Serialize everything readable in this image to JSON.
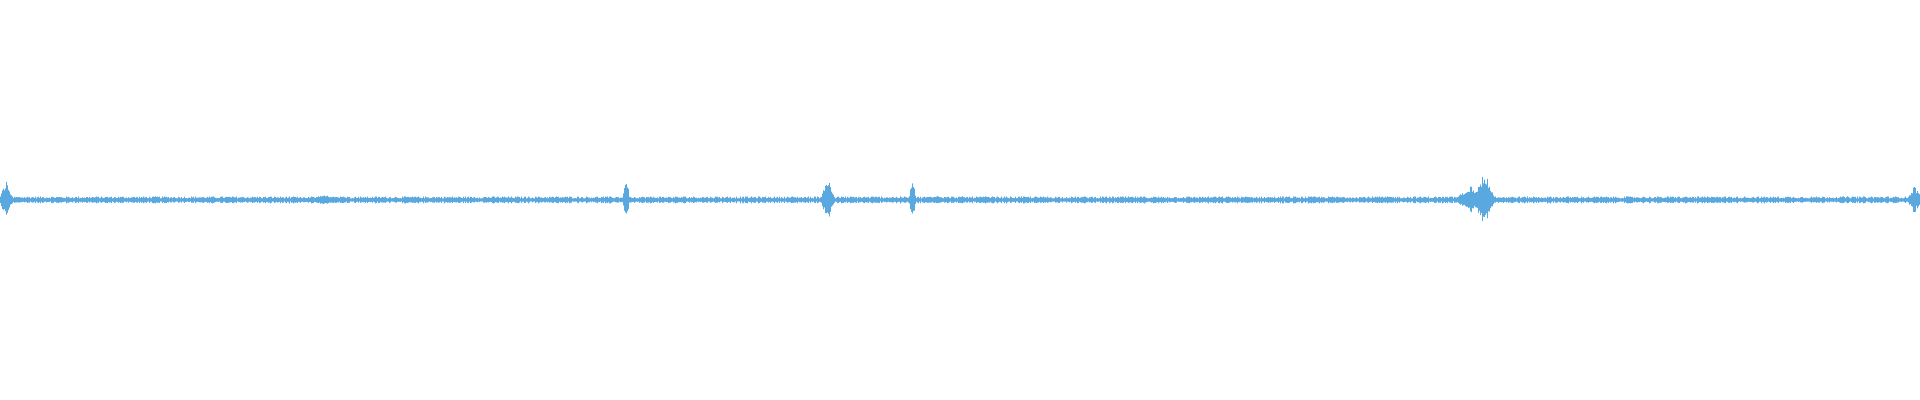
{
  "waveform": {
    "color": "#5aa8e0",
    "baseline_amplitude": 0.004,
    "noise_amplitude": 0.01,
    "bursts": [
      {
        "position": 0.003,
        "amplitude": 0.05,
        "width": 0.004
      },
      {
        "position": 0.17,
        "amplitude": 0.012,
        "width": 0.02
      },
      {
        "position": 0.326,
        "amplitude": 0.07,
        "width": 0.002
      },
      {
        "position": 0.431,
        "amplitude": 0.06,
        "width": 0.004
      },
      {
        "position": 0.475,
        "amplitude": 0.07,
        "width": 0.002
      },
      {
        "position": 0.488,
        "amplitude": 0.015,
        "width": 0.004
      },
      {
        "position": 0.766,
        "amplitude": 0.035,
        "width": 0.01
      },
      {
        "position": 0.773,
        "amplitude": 0.075,
        "width": 0.006
      },
      {
        "position": 0.894,
        "amplitude": 0.012,
        "width": 0.004
      },
      {
        "position": 0.997,
        "amplitude": 0.04,
        "width": 0.004
      }
    ]
  }
}
